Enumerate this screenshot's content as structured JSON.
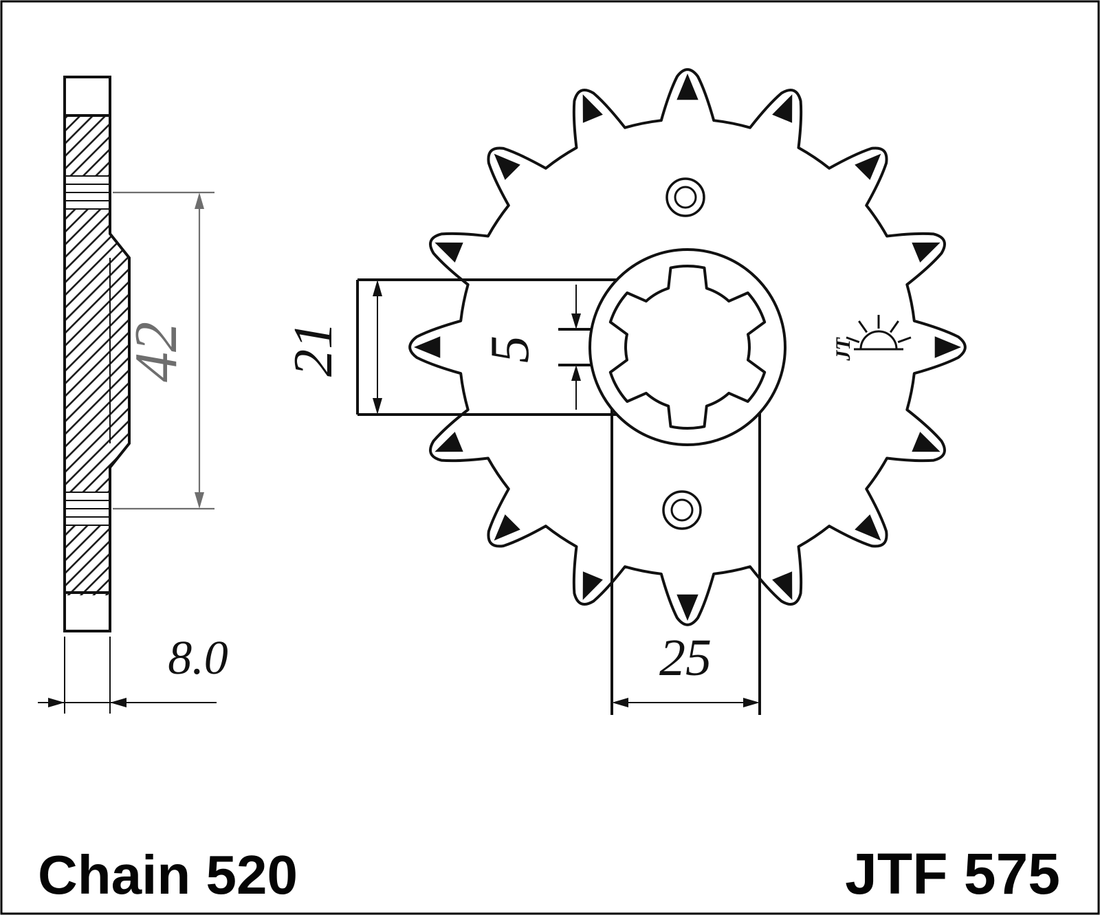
{
  "drawing": {
    "part_label": "JTF 575",
    "chain_label": "Chain 520",
    "logo_text": "JT",
    "teeth_count": 16,
    "dimensions": {
      "length_42": "42",
      "width_8": "8.0",
      "bore_21": "21",
      "step_5": "5",
      "hub_25": "25"
    },
    "colors": {
      "line": "#111111",
      "dim_gray": "#6e6e6e",
      "background": "#ffffff"
    }
  }
}
